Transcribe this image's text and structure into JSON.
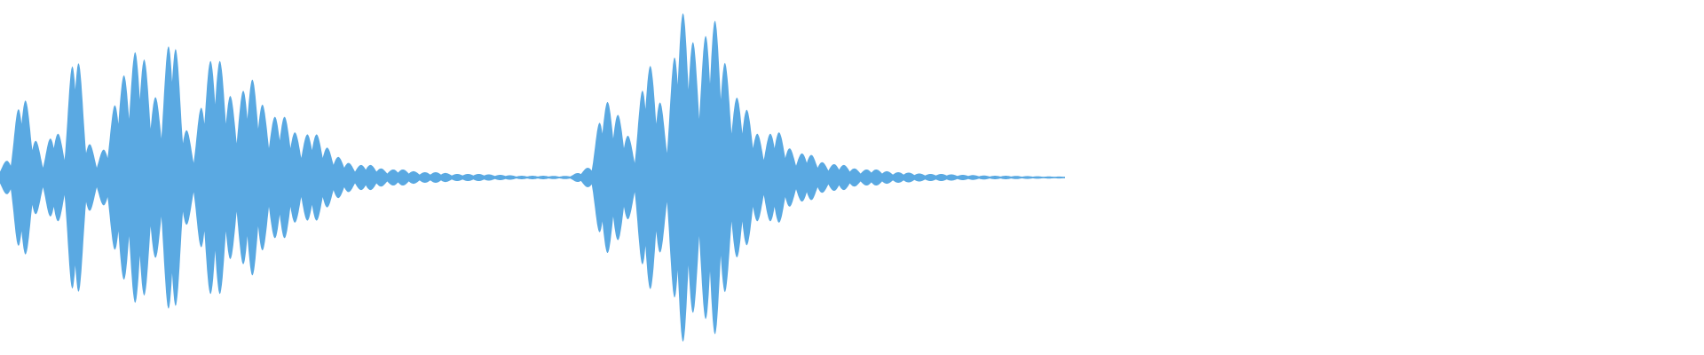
{
  "waveform": {
    "color": "#5aa9e2",
    "background": "#ffffff",
    "envelope_peaks": [
      0.06,
      0.12,
      0.55,
      0.28,
      0.1,
      0.3,
      0.18,
      0.9,
      0.25,
      0.1,
      0.2,
      0.55,
      0.6,
      0.8,
      0.5,
      0.4,
      0.98,
      0.35,
      0.15,
      0.55,
      0.75,
      0.55,
      0.35,
      0.6,
      0.5,
      0.3,
      0.38,
      0.3,
      0.2,
      0.28,
      0.2,
      0.13,
      0.1,
      0.06,
      0.08,
      0.06,
      0.04,
      0.05,
      0.04,
      0.03,
      0.03,
      0.03,
      0.02,
      0.02,
      0.02,
      0.02,
      0.015,
      0.015,
      0.01,
      0.01,
      0.01,
      0.01,
      0.008,
      0.01,
      0.035,
      0.07,
      0.45,
      0.4,
      0.3,
      0.15,
      0.7,
      0.55,
      0.25,
      0.95,
      0.9,
      0.6,
      0.96,
      0.8,
      0.45,
      0.45,
      0.3,
      0.18,
      0.3,
      0.2,
      0.12,
      0.15,
      0.1,
      0.07,
      0.08,
      0.06,
      0.04,
      0.05,
      0.04,
      0.03,
      0.03,
      0.025,
      0.02,
      0.02,
      0.02,
      0.015,
      0.015,
      0.012,
      0.01,
      0.01,
      0.01,
      0.008,
      0.008,
      0.006,
      0.006,
      0.005
    ]
  }
}
